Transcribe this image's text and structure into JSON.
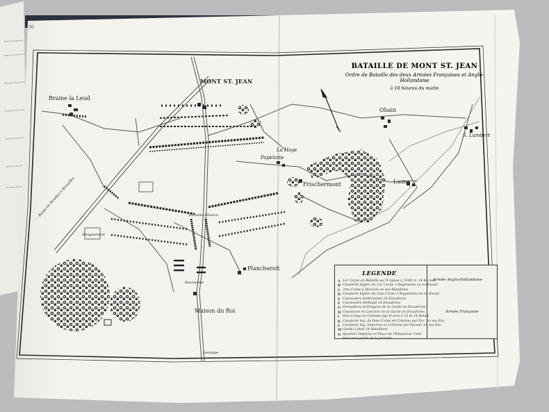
{
  "map": {
    "title": "BATAILLE DE MONT ST. JEAN",
    "subtitle": "Ordre de Bataille des deux Armées Françaises et Anglo-Hollandaise",
    "subtitle2": "à 10 heures du matin",
    "places": {
      "mont_st_jean": "MONT ST. JEAN",
      "braine_la_leud": "Braine la Leud",
      "ohain": "Ohain",
      "frischermont": "Frischermont",
      "lasne": "Lasne",
      "plancheroit": "Plancheroit",
      "maison_du_roi": "Maison du Roi",
      "papelotte": "Papelotte",
      "la_haye": "La Haye",
      "st_lambert": "S. Lambert",
      "la_belle_alliance": "La belle Alliance",
      "rossomme": "Rossomme",
      "genappe_road": "Genappe",
      "hougoumont": "Hougoumont",
      "nivelles_road": "Route de Nivelles à Bruxelles"
    }
  },
  "legend": {
    "title": "LEGENDE",
    "entries": [
      {
        "key": "A",
        "text": "1er Corps en Bataille sur 4 lignes à 1500 m. 14 4e mot"
      },
      {
        "key": "B",
        "text": "Cavalerie légère du 1er Corps 3 Regiments en en Escad."
      },
      {
        "key": "C",
        "text": "2me Corps à Division en ses Bataillons"
      },
      {
        "key": "D",
        "text": "Cavalerie légère du 2me Corps 3 Regiments en en Escad."
      },
      {
        "key": "E",
        "text": "Cuirassiers Kellermann 24 Escadrons"
      },
      {
        "key": "F",
        "text": "Cuirassiers Milhaud 24 Escadrons"
      },
      {
        "key": "G",
        "text": "Grenadiers et Dragons de la Garde en Escadrons"
      },
      {
        "key": "H",
        "text": "Chasseurs et Lanciers de la Garde en Escadrons"
      },
      {
        "key": "I",
        "text": "6me Corps en Colonne par D.vers à 15 m 14 Batail."
      },
      {
        "key": "K",
        "text": "Cavalerie lég. du 6me Corps en Colonne par Esc. en ses Esc."
      },
      {
        "key": "L",
        "text": "Cavalerie lég. Subervie en Colonne par Escadr. en ses Esc."
      },
      {
        "key": "M",
        "text": "Garde à pied 24 Bataillons"
      },
      {
        "key": "N",
        "text": "Quartier Impérial et Place de l'Empereur n'est"
      },
      {
        "key": "",
        "text": "tenu une partie de la journée"
      }
    ],
    "armies": {
      "anglo": "Armée Anglo-Hollandaise",
      "french": "Armée Française"
    }
  },
  "book": {
    "page_number": "50"
  }
}
